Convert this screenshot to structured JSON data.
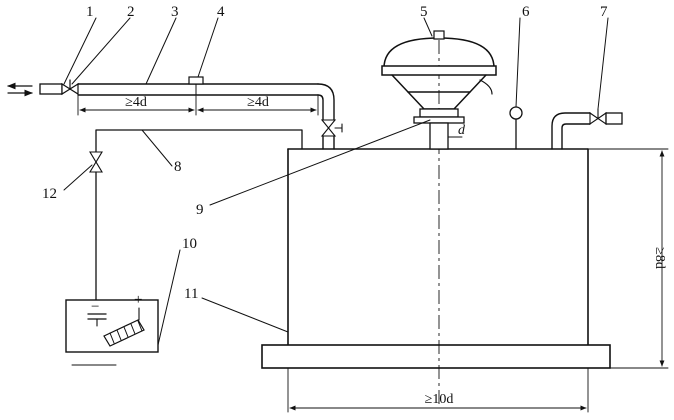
{
  "callouts": [
    "1",
    "2",
    "3",
    "4",
    "5",
    "6",
    "7",
    "8",
    "9",
    "10",
    "11",
    "12"
  ],
  "dimensions": {
    "pipe_segment_1": "≥4d",
    "pipe_segment_2": "≥4d",
    "diameter": "d",
    "tank_height": "≥8d",
    "tank_width": "≥10d"
  },
  "polarity": {
    "negative": "−",
    "positive": "+"
  }
}
